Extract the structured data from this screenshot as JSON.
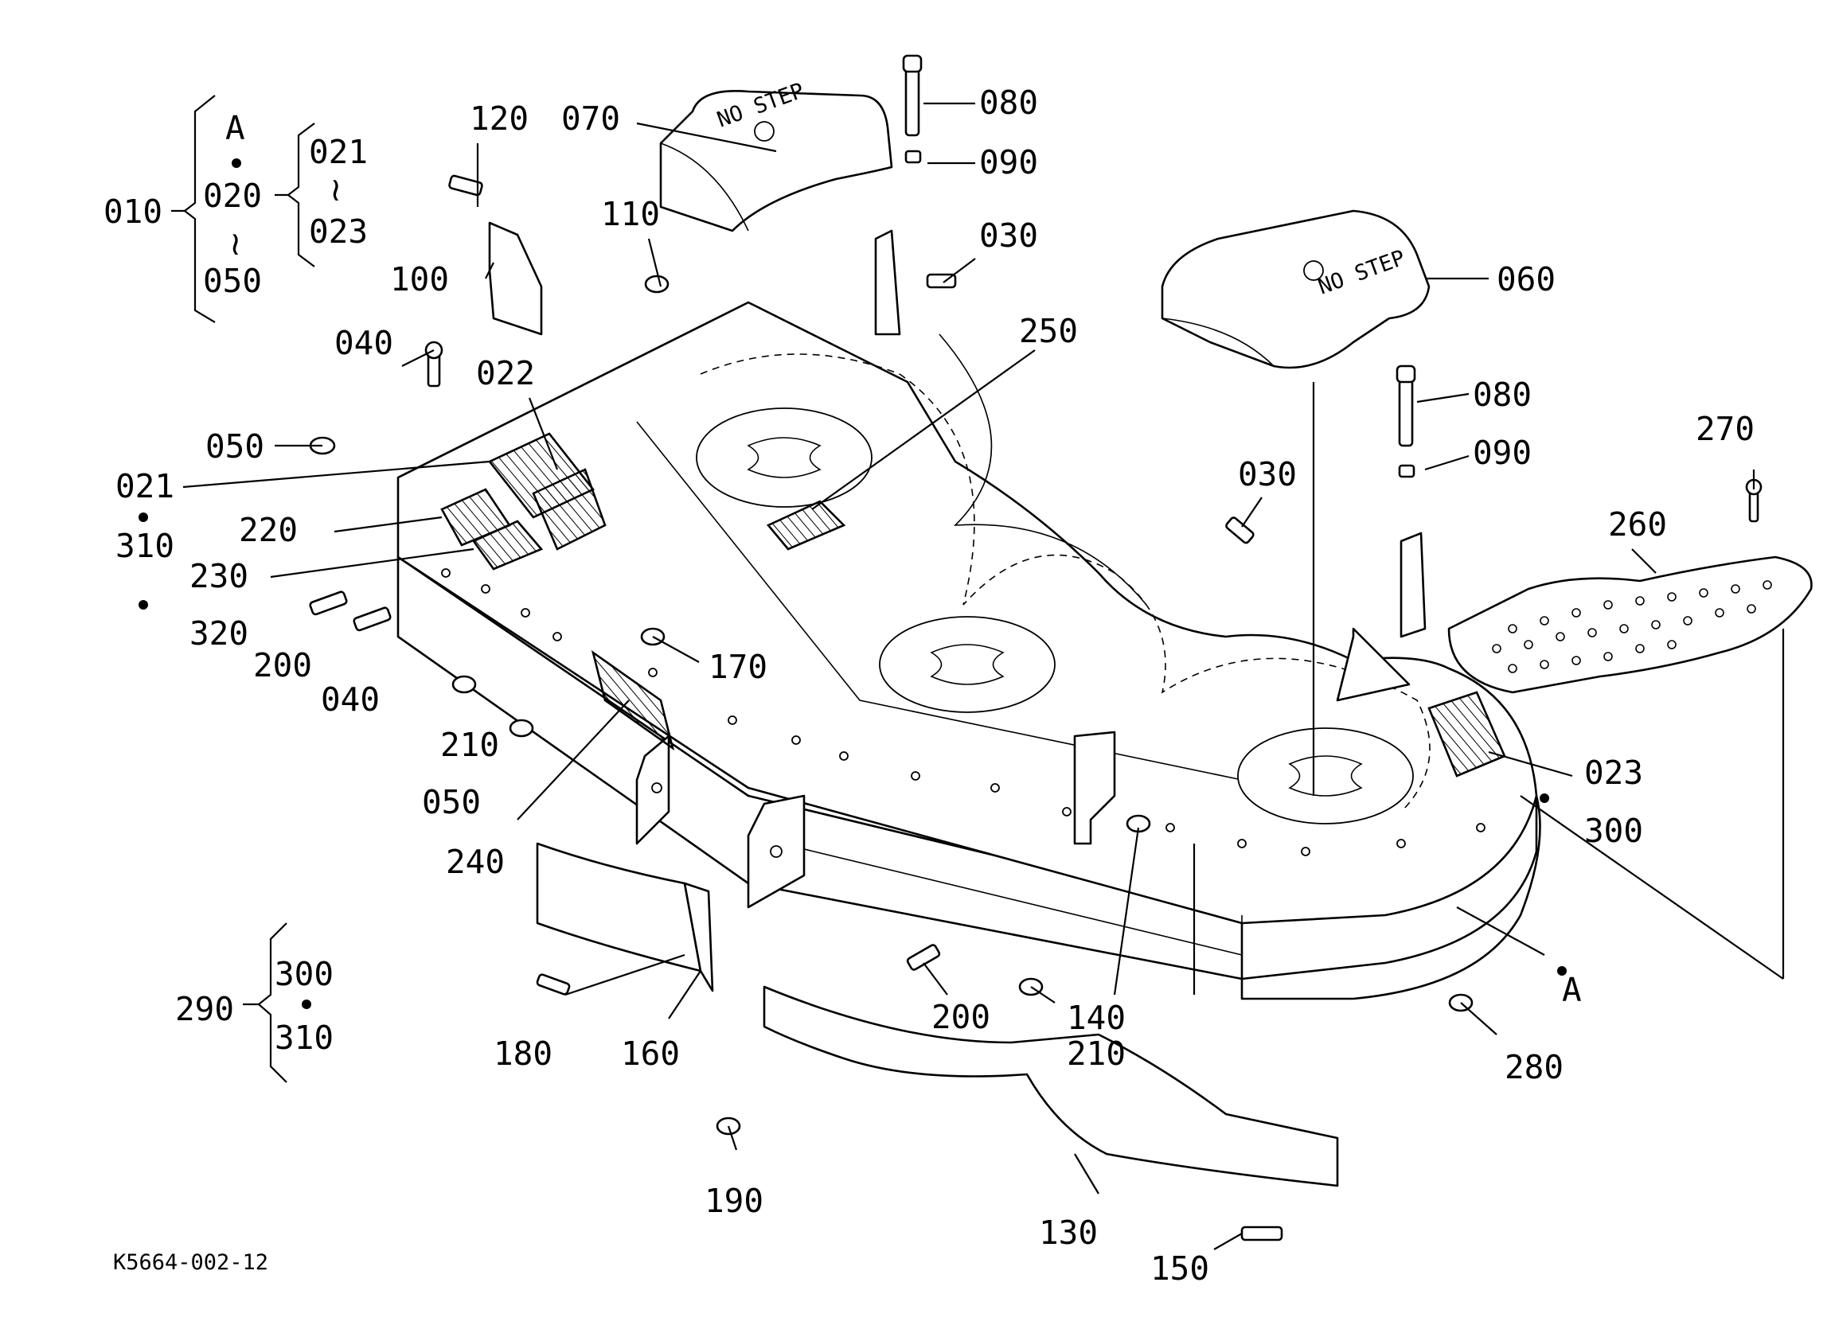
{
  "diagram": {
    "figure_code": "K5664-002-12",
    "callouts": [
      {
        "id": "c010",
        "text": "010"
      },
      {
        "id": "cA1",
        "text": "A"
      },
      {
        "id": "c020",
        "text": "020"
      },
      {
        "id": "c050a",
        "text": "050"
      },
      {
        "id": "c021a",
        "text": "021"
      },
      {
        "id": "c023a",
        "text": "023"
      },
      {
        "id": "c120",
        "text": "120"
      },
      {
        "id": "c070",
        "text": "070"
      },
      {
        "id": "c080a",
        "text": "080"
      },
      {
        "id": "c090a",
        "text": "090"
      },
      {
        "id": "c110",
        "text": "110"
      },
      {
        "id": "c030a",
        "text": "030"
      },
      {
        "id": "c100",
        "text": "100"
      },
      {
        "id": "c250",
        "text": "250"
      },
      {
        "id": "c060",
        "text": "060"
      },
      {
        "id": "c040a",
        "text": "040"
      },
      {
        "id": "c022",
        "text": "022"
      },
      {
        "id": "c080b",
        "text": "080"
      },
      {
        "id": "c050b",
        "text": "050"
      },
      {
        "id": "c090b",
        "text": "090"
      },
      {
        "id": "c270",
        "text": "270"
      },
      {
        "id": "c021b",
        "text": "021"
      },
      {
        "id": "c310a",
        "text": "310"
      },
      {
        "id": "c030b",
        "text": "030"
      },
      {
        "id": "c220",
        "text": "220"
      },
      {
        "id": "c260",
        "text": "260"
      },
      {
        "id": "c230",
        "text": "230"
      },
      {
        "id": "c320",
        "text": "320"
      },
      {
        "id": "c200a",
        "text": "200"
      },
      {
        "id": "c170",
        "text": "170"
      },
      {
        "id": "c040b",
        "text": "040"
      },
      {
        "id": "c210a",
        "text": "210"
      },
      {
        "id": "c050c",
        "text": "050"
      },
      {
        "id": "c023b",
        "text": "023"
      },
      {
        "id": "c300a",
        "text": "300"
      },
      {
        "id": "c240",
        "text": "240"
      },
      {
        "id": "cA2",
        "text": "A"
      },
      {
        "id": "c300b",
        "text": "300"
      },
      {
        "id": "c290",
        "text": "290"
      },
      {
        "id": "c310b",
        "text": "310"
      },
      {
        "id": "c200b",
        "text": "200"
      },
      {
        "id": "c140",
        "text": "140"
      },
      {
        "id": "c180",
        "text": "180"
      },
      {
        "id": "c160",
        "text": "160"
      },
      {
        "id": "c210b",
        "text": "210"
      },
      {
        "id": "c280",
        "text": "280"
      },
      {
        "id": "c190",
        "text": "190"
      },
      {
        "id": "c130",
        "text": "130"
      },
      {
        "id": "c150",
        "text": "150"
      }
    ],
    "cover_text": [
      "NO STEP",
      "NO STEP"
    ]
  }
}
